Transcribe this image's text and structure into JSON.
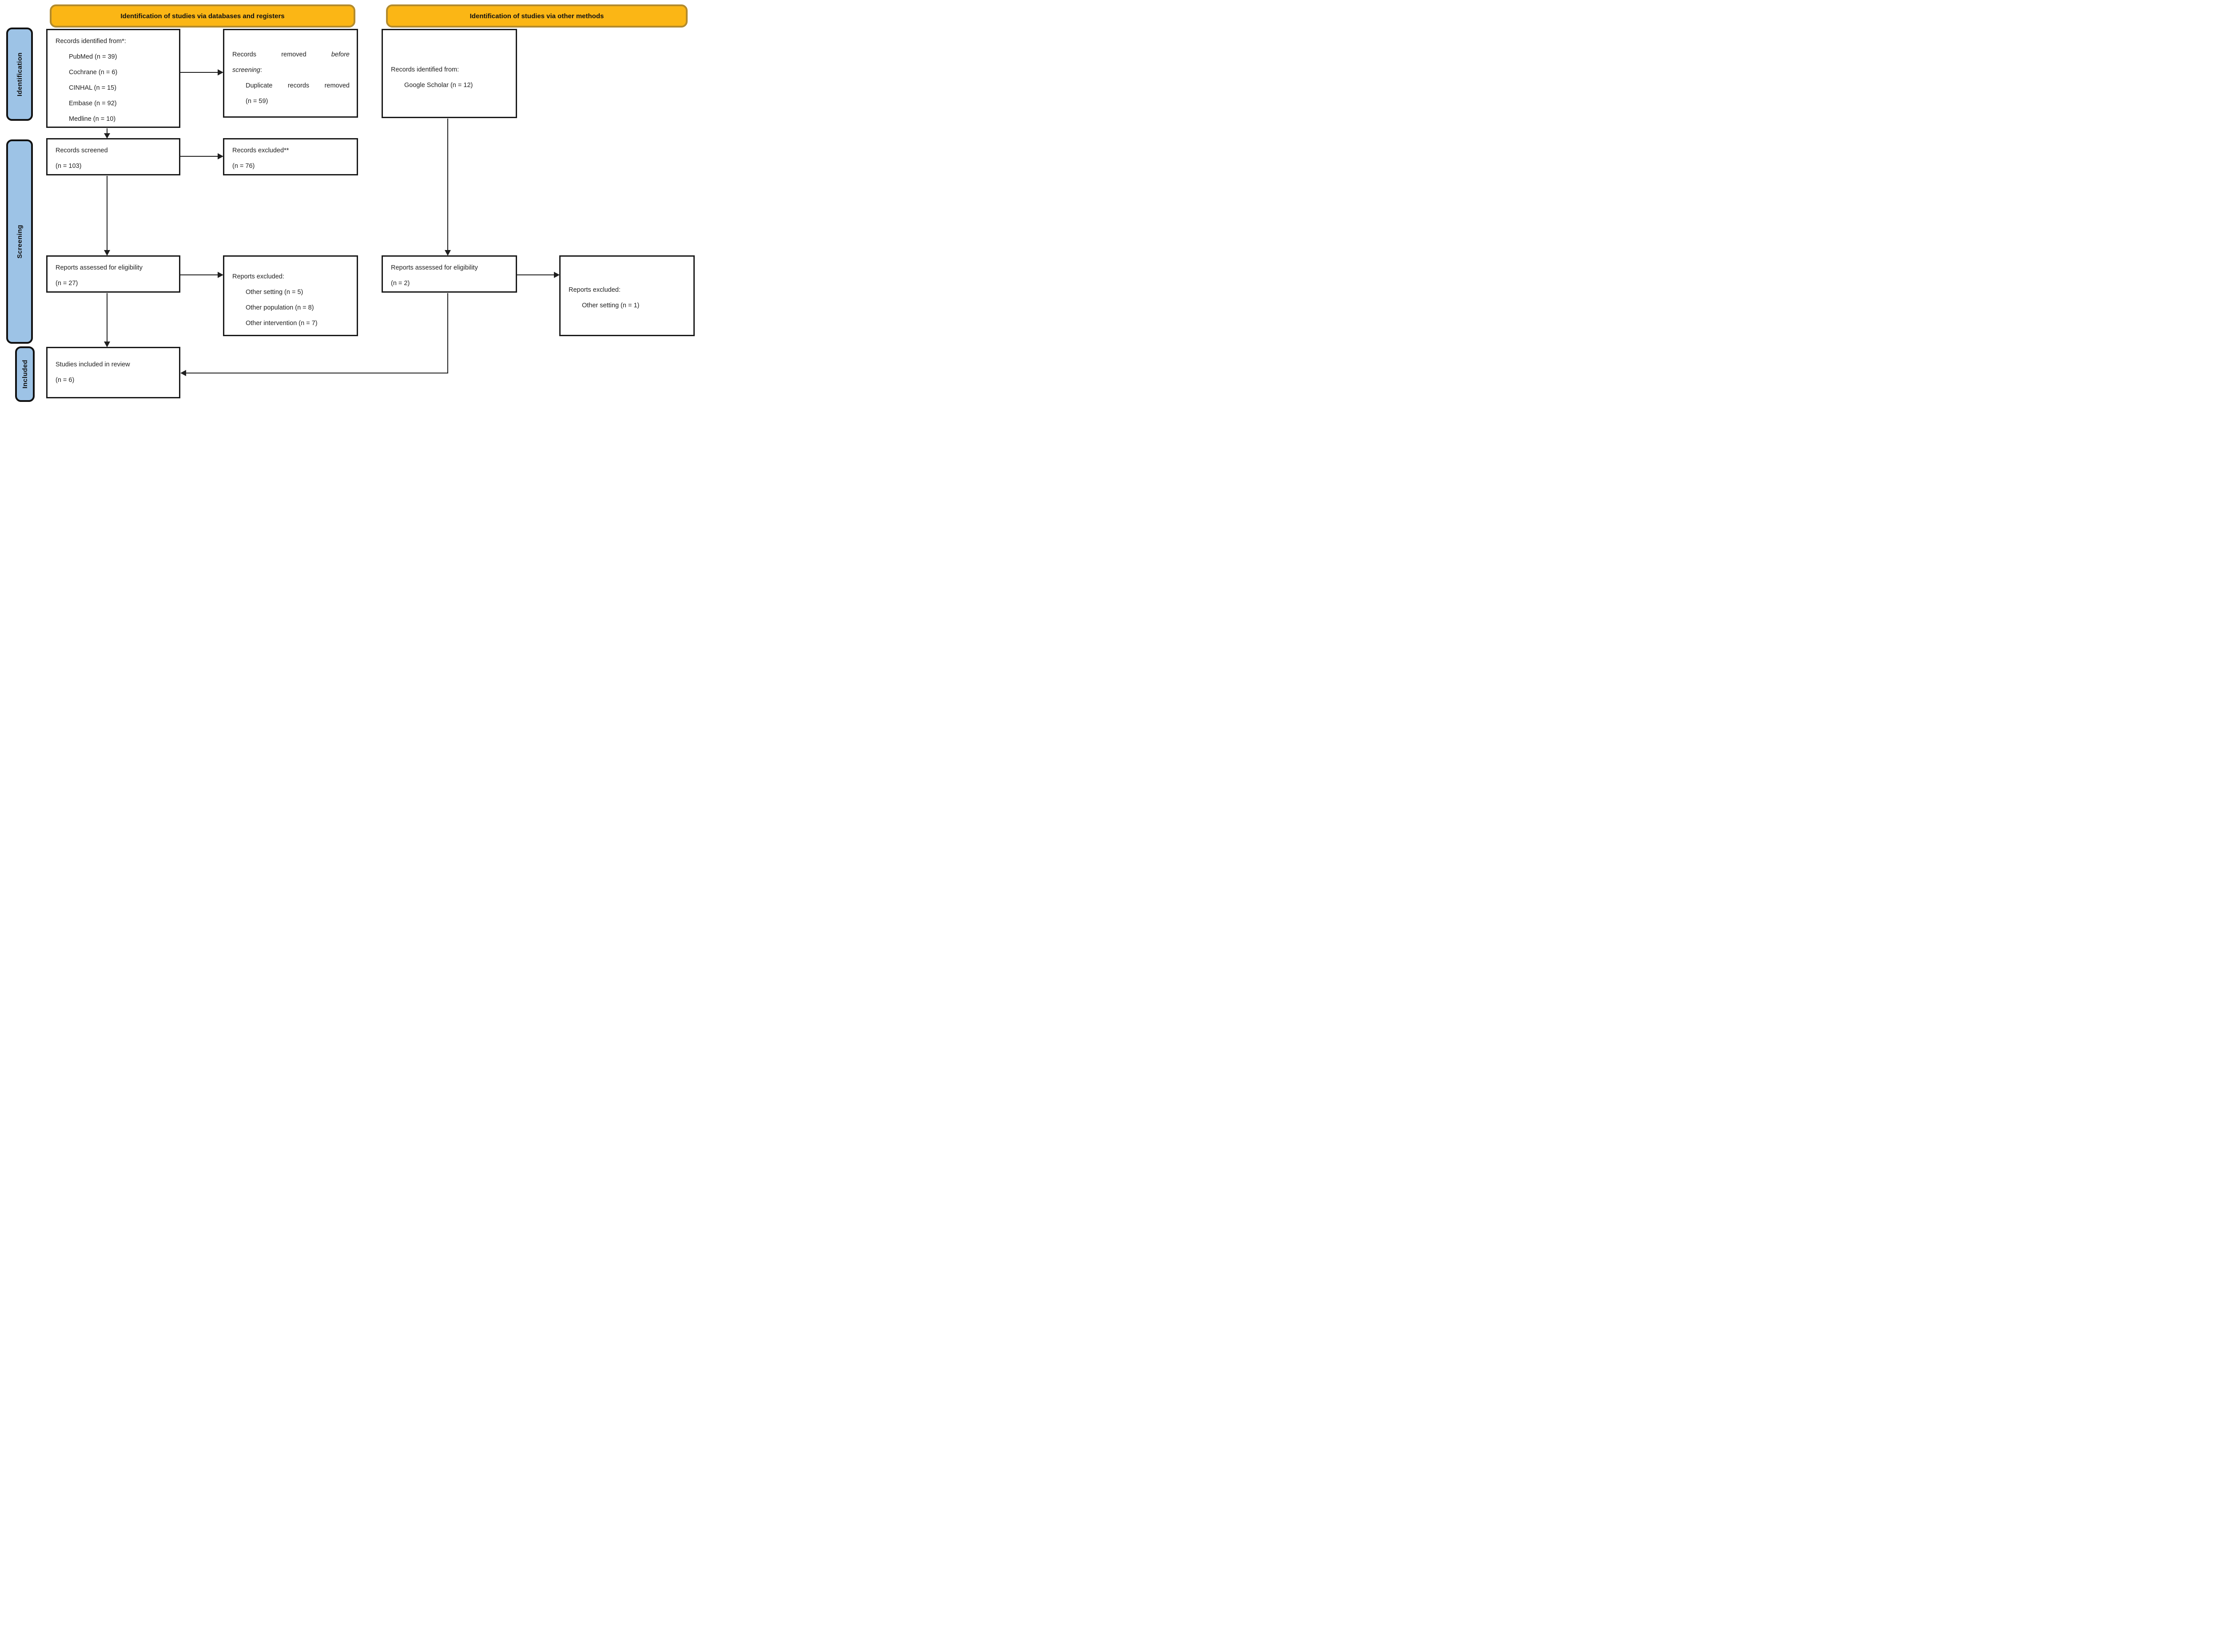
{
  "headers": {
    "databases": "Identification of studies via databases and registers",
    "other": "Identification of studies via other methods"
  },
  "sidebar": {
    "identification": "Identification",
    "screening": "Screening",
    "included": "Included"
  },
  "colors": {
    "header-fill": "#FBB615",
    "header-border": "#B38B2D",
    "sidebar-fill": "#9DC3E6",
    "line": "#1F1F1F"
  },
  "boxes": {
    "records_identified": {
      "title": "Records identified from*:",
      "items": [
        "PubMed (n = 39)",
        "Cochrane (n = 6)",
        "CINHAL (n = 15)",
        "Embase (n = 92)",
        "Medline (n = 10)"
      ]
    },
    "records_removed": {
      "l1a": "Records",
      "l1b": "removed",
      "l1c": "before",
      "l2a": "screening",
      "l2b": ":",
      "l3a": "Duplicate",
      "l3b": "records",
      "l3c": "removed",
      "l4": "(n = 59)"
    },
    "records_other": {
      "title": "Records identified from:",
      "items": [
        "Google Scholar (n = 12)"
      ]
    },
    "records_screened": {
      "l1": "Records screened",
      "l2": "(n = 103)"
    },
    "records_excluded": {
      "l1": "Records excluded**",
      "l2": "(n = 76)"
    },
    "reports_assessed_db": {
      "l1": "Reports assessed for eligibility",
      "l2": "(n = 27)"
    },
    "reports_excluded_db": {
      "title": "Reports excluded:",
      "items": [
        "Other setting (n = 5)",
        "Other population (n = 8)",
        "Other intervention (n = 7)"
      ]
    },
    "reports_assessed_other": {
      "l1": "Reports assessed for eligibility",
      "l2": "(n = 2)"
    },
    "reports_excluded_other": {
      "title": "Reports excluded:",
      "items": [
        "Other setting (n = 1)"
      ]
    },
    "studies_included": {
      "l1": "Studies included in review",
      "l2": "(n = 6)"
    }
  }
}
